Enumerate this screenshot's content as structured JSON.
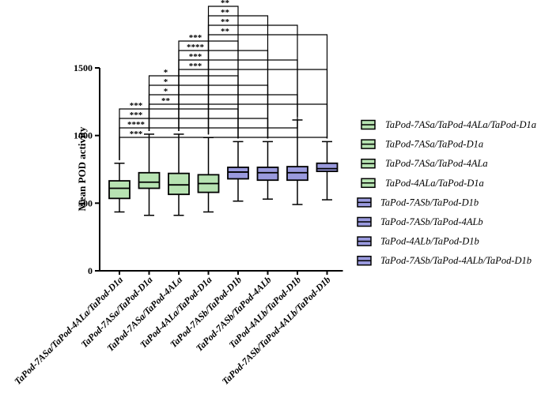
{
  "chart_data": {
    "type": "boxplot",
    "ylabel": "Mean POD activity",
    "ylim": [
      0,
      1500
    ],
    "yticks": [
      0,
      500,
      1000,
      1500
    ],
    "grid": false,
    "legend_position": "right",
    "colors": {
      "green": "#b7e3b2",
      "blue": "#9a9ade",
      "stroke": "#000000"
    },
    "categories": [
      "TaPod-7ASa/TaPod-4ALa/TaPod-D1a",
      "TaPod-7ASa/TaPod-D1a",
      "TaPod-7ASa/TaPod-4ALa",
      "TaPod-4ALa/TaPod-D1a",
      "TaPod-7ASb/TaPod-D1b",
      "TaPod-7ASb/TaPod-4ALb",
      "TaPod-4ALb/TaPod-D1b",
      "TaPod-7ASb/TaPod-4ALb/TaPod-D1b"
    ],
    "boxes": [
      {
        "min": 435,
        "q1": 535,
        "median": 610,
        "q3": 665,
        "max": 795,
        "color": "green"
      },
      {
        "min": 410,
        "q1": 610,
        "median": 655,
        "q3": 725,
        "max": 1010,
        "color": "green"
      },
      {
        "min": 410,
        "q1": 565,
        "median": 635,
        "q3": 720,
        "max": 1010,
        "color": "green"
      },
      {
        "min": 435,
        "q1": 580,
        "median": 645,
        "q3": 710,
        "max": 985,
        "color": "green"
      },
      {
        "min": 515,
        "q1": 680,
        "median": 730,
        "q3": 765,
        "max": 955,
        "color": "blue"
      },
      {
        "min": 530,
        "q1": 670,
        "median": 725,
        "q3": 765,
        "max": 955,
        "color": "blue"
      },
      {
        "min": 490,
        "q1": 670,
        "median": 725,
        "q3": 770,
        "max": 1115,
        "color": "blue"
      },
      {
        "min": 525,
        "q1": 735,
        "median": 755,
        "q3": 795,
        "max": 955,
        "color": "blue"
      }
    ],
    "legend": [
      {
        "label": "TaPod-7ASa/TaPod-4ALa/TaPod-D1a",
        "color": "green"
      },
      {
        "label": "TaPod-7ASa/TaPod-D1a",
        "color": "green"
      },
      {
        "label": "TaPod-7ASa/TaPod-4ALa",
        "color": "green"
      },
      {
        "label": "TaPod-4ALa/TaPod-D1a",
        "color": "green"
      },
      {
        "label": "TaPod-7ASb/TaPod-D1b",
        "color": "blue"
      },
      {
        "label": "TaPod-7ASb/TaPod-4ALb",
        "color": "blue"
      },
      {
        "label": "TaPod-4ALb/TaPod-D1b",
        "color": "blue"
      },
      {
        "label": "TaPod-7ASb/TaPod-4ALb/TaPod-D1b",
        "color": "blue"
      }
    ],
    "significance": [
      {
        "from": 1,
        "to": 5,
        "label": "***"
      },
      {
        "from": 1,
        "to": 6,
        "label": "***"
      },
      {
        "from": 1,
        "to": 7,
        "label": "****"
      },
      {
        "from": 1,
        "to": 8,
        "label": "***"
      },
      {
        "from": 2,
        "to": 5,
        "label": "*"
      },
      {
        "from": 2,
        "to": 6,
        "label": "*"
      },
      {
        "from": 2,
        "to": 7,
        "label": "*"
      },
      {
        "from": 2,
        "to": 8,
        "label": "**"
      },
      {
        "from": 3,
        "to": 5,
        "label": "***"
      },
      {
        "from": 3,
        "to": 6,
        "label": "****"
      },
      {
        "from": 3,
        "to": 7,
        "label": "***"
      },
      {
        "from": 3,
        "to": 8,
        "label": "***"
      },
      {
        "from": 4,
        "to": 5,
        "label": "**"
      },
      {
        "from": 4,
        "to": 6,
        "label": "**"
      },
      {
        "from": 4,
        "to": 7,
        "label": "**"
      },
      {
        "from": 4,
        "to": 8,
        "label": "**"
      }
    ]
  }
}
